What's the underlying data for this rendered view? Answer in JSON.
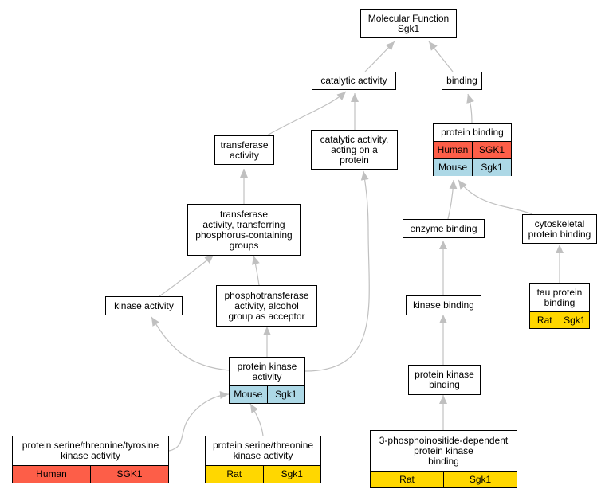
{
  "colors": {
    "human": "#fd5e48",
    "mouse": "#add8e6",
    "rat": "#ffd700",
    "edge": "#c0c0c0"
  },
  "nodes": {
    "mf": {
      "label": "Molecular Function\nSgk1"
    },
    "cat": {
      "label": "catalytic activity"
    },
    "bind": {
      "label": "binding"
    },
    "pb": {
      "label": "protein binding",
      "rows": [
        [
          "Human",
          "SGK1",
          "human"
        ],
        [
          "Mouse",
          "Sgk1",
          "mouse"
        ]
      ]
    },
    "tr": {
      "label": "transferase\nactivity"
    },
    "catp": {
      "label": "catalytic activity,\nacting on a\nprotein"
    },
    "trp": {
      "label": "transferase\nactivity, transferring\nphosphorus-containing\ngroups"
    },
    "enz": {
      "label": "enzyme binding"
    },
    "cyt": {
      "label": "cytoskeletal\nprotein binding"
    },
    "kin": {
      "label": "kinase activity"
    },
    "pho": {
      "label": "phosphotransferase\nactivity, alcohol\ngroup as acceptor"
    },
    "kb": {
      "label": "kinase binding"
    },
    "tau": {
      "label": "tau protein\nbinding",
      "rows": [
        [
          "Rat",
          "Sgk1",
          "rat"
        ]
      ]
    },
    "pka": {
      "label": "protein kinase\nactivity",
      "rows": [
        [
          "Mouse",
          "Sgk1",
          "mouse"
        ]
      ]
    },
    "pkb": {
      "label": "protein kinase\nbinding"
    },
    "psty": {
      "label": "protein serine/threonine/tyrosine\nkinase activity",
      "rows": [
        [
          "Human",
          "SGK1",
          "human"
        ]
      ]
    },
    "pst": {
      "label": "protein serine/threonine\nkinase activity",
      "rows": [
        [
          "Rat",
          "Sgk1",
          "rat"
        ]
      ]
    },
    "pdk": {
      "label": "3-phosphoinositide-dependent\nprotein kinase\nbinding",
      "rows": [
        [
          "Rat",
          "Sgk1",
          "rat"
        ]
      ]
    }
  }
}
